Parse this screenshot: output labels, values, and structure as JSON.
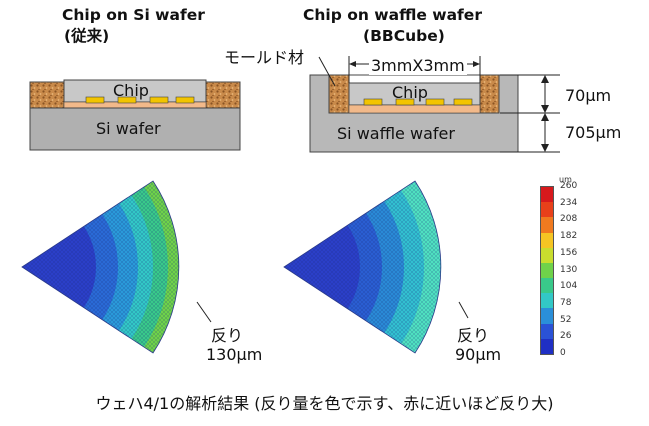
{
  "left": {
    "title": "Chip on Si wafer",
    "subtitle": "(従来)",
    "chip_label": "Chip",
    "wafer_label": "Si wafer",
    "warp_label": "反り",
    "warp_value": "130µm"
  },
  "right": {
    "title": "Chip on waffle wafer",
    "subtitle": "(BBCube)",
    "mold_label": "モールド材",
    "dim_label": "3mmX3mm",
    "chip_label": "Chip",
    "wafer_label": "Si waffle wafer",
    "thickness_top": "70µm",
    "thickness_bottom": "705µm",
    "warp_label": "反り",
    "warp_value": "90µm"
  },
  "colorbar": {
    "unit": "um",
    "ticks": [
      "260",
      "234",
      "208",
      "182",
      "156",
      "130",
      "104",
      "78",
      "52",
      "26",
      "0"
    ],
    "colors": [
      "#d7191c",
      "#e8401a",
      "#f07a1f",
      "#f5c523",
      "#c9dd2e",
      "#6fd24a",
      "#39c98a",
      "#32c8c6",
      "#2a8fd9",
      "#2a52d6",
      "#1f2fc4"
    ]
  },
  "caption": "ウェハ4/1の解析結果 (反り量を色で示す、赤に近いほど反り大)"
}
